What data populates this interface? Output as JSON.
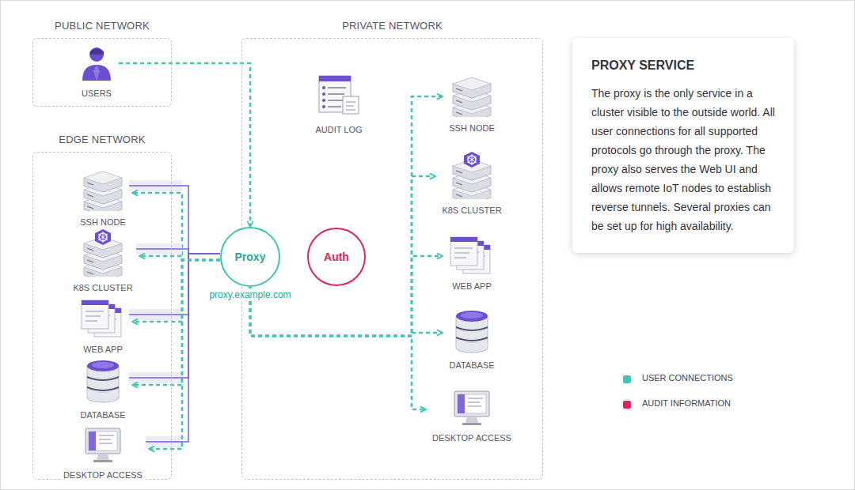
{
  "diagram": {
    "nodes": [
      {
        "text": [
          "PUBLIC NETWORK"
        ]
      },
      {
        "text": [
          "USERS"
        ],
        "in": 0
      },
      {
        "text": [
          "PRIVATE NETWORK"
        ]
      },
      {
        "text": [
          "AUDIT LOG"
        ],
        "in": 2
      },
      {
        "text": [
          "SSH NODE"
        ],
        "in": 2
      },
      {
        "text": [
          "K8S CLUSTER"
        ],
        "in": 2
      },
      {
        "text": [
          "WEB APP"
        ],
        "in": 2
      },
      {
        "text": [
          "DATABASE"
        ],
        "in": 2
      },
      {
        "text": [
          "DESKTOP ACCESS"
        ],
        "in": 2
      },
      {
        "text": [
          "Proxy",
          "proxy.example.com"
        ]
      },
      {
        "text": [
          "Auth"
        ],
        "in": 2
      },
      {
        "text": [
          "EDGE NETWORK"
        ]
      },
      {
        "text": [
          "SSH NODE"
        ],
        "in": 11
      },
      {
        "text": [
          "K8S CLUSTER"
        ],
        "in": 11
      },
      {
        "text": [
          "WEB APP"
        ],
        "in": 11
      },
      {
        "text": [
          "DATABASE"
        ],
        "in": 11
      },
      {
        "text": [
          "DESKTOP ACCESS"
        ],
        "in": 11
      },
      {
        "text": [
          "PROXY SERVICE",
          "The proxy is the only service in a cluster visible to the outside world. All user connections for all supported protocols go through the proxy. The proxy also serves the Web UI and allows remote IoT nodes to establish reverse tunnels. Several proxies can be set up for high availability."
        ]
      }
    ],
    "edges": [
      {
        "from": 1,
        "to": 9,
        "arrow": "to"
      },
      {
        "from": 9,
        "to": 4,
        "arrow": "to"
      },
      {
        "from": 9,
        "to": 5,
        "arrow": "to"
      },
      {
        "from": 9,
        "to": 6,
        "arrow": "to"
      },
      {
        "from": 9,
        "to": 7,
        "arrow": "to"
      },
      {
        "from": 9,
        "to": 8,
        "arrow": "to"
      },
      {
        "from": 9,
        "to": 12,
        "arrow": "to"
      },
      {
        "from": 9,
        "to": 13,
        "arrow": "to"
      },
      {
        "from": 9,
        "to": 14,
        "arrow": "to"
      },
      {
        "from": 9,
        "to": 15,
        "arrow": "to"
      },
      {
        "from": 9,
        "to": 16,
        "arrow": "to"
      }
    ],
    "legend": [
      {
        "text": "USER CONNECTIONS",
        "color": "#3ec6b0"
      },
      {
        "text": "AUDIT INFORMATION",
        "color": "#e0245e"
      }
    ]
  }
}
